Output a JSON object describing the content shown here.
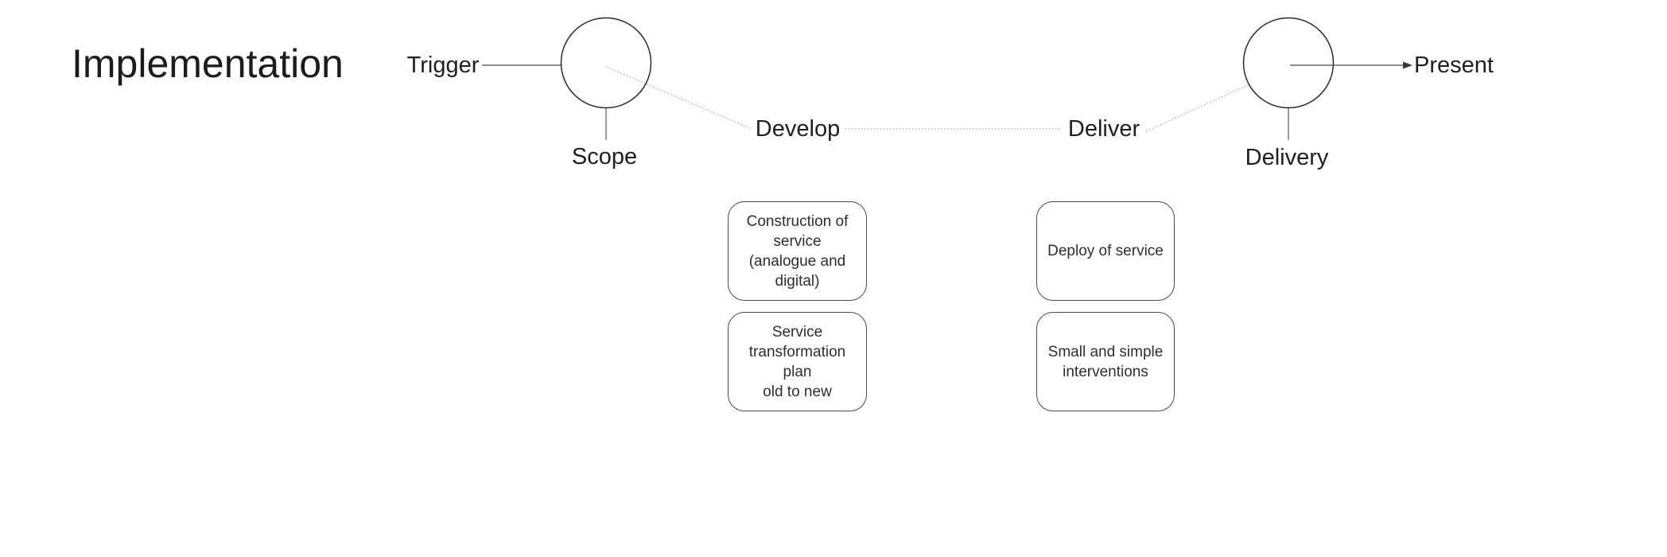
{
  "title": "Implementation",
  "phases": {
    "trigger": "Trigger",
    "scope": "Scope",
    "develop": "Develop",
    "deliver": "Deliver",
    "delivery": "Delivery",
    "present": "Present"
  },
  "develop_items": [
    {
      "text": "Construction of\nservice\n(analogue and\ndigital)"
    },
    {
      "text": "Service\ntransformation\nplan\nold to new"
    }
  ],
  "deliver_items": [
    {
      "text": "Deploy of service"
    },
    {
      "text": "Small and simple\ninterventions"
    }
  ],
  "colors": {
    "background": "#ffffff",
    "text": "#1f1f1f",
    "box_text": "#2e2e2e",
    "solid_line": "#4a4a4a",
    "dotted_line": "#a0a0a0",
    "circle_stroke": "#2b2b2b",
    "box_border": "#4a4a4a"
  }
}
